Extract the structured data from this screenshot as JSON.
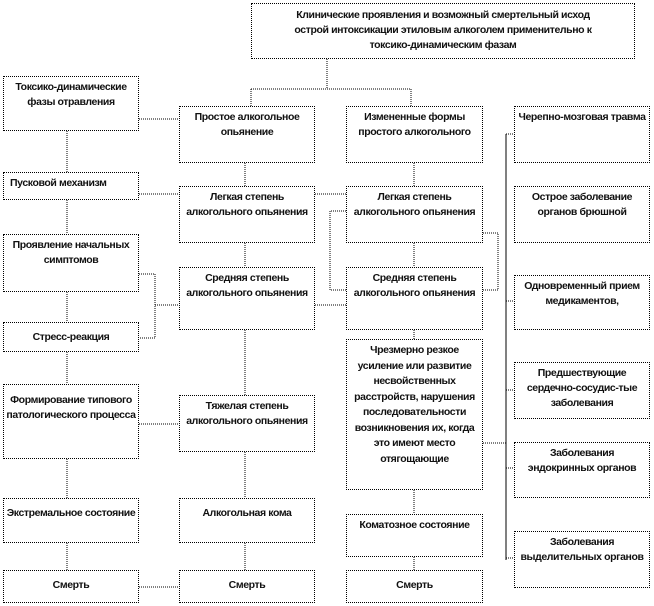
{
  "title": "Клинические проявления и возможный смертельный исход острой интоксикации этиловым алкоголем применительно к токсико-динамическим фазам",
  "phases": [
    "Токсико-динамические фазы отравления",
    "Пусковой механизм",
    "Проявление начальных симптомов",
    "Стресс-реакция",
    "Формирование типового патологического процесса",
    "Экстремальное состояние",
    "Смерть"
  ],
  "simple": [
    "Простое алкогольное опьянение",
    "Легкая степень алкогольного опьянения",
    "Средняя степень алкогольного опьянения",
    "Тяжелая степень алкогольного опьянения",
    "Алкогольная кома",
    "Смерть"
  ],
  "modified": [
    "Измененные формы простого алкогольного",
    "Легкая степень алкогольного опьянения",
    "Средняя степень алкогольного опьянения",
    "Чрезмерно резкое усиление или развитие несвойственных расстройств, нарушения последовательности возникновения их, когда это имеют место отягощающие",
    "Коматозное состояние",
    "Смерть"
  ],
  "factors": [
    "Черепно-мозговая травма",
    "Острое заболевание органов брюшной",
    "Одновременный прием медикаментов,",
    "Предшествующие сердечно-сосудис-тые заболевания",
    "Заболевания эндокринных органов",
    "Заболевания выделительных органов"
  ]
}
